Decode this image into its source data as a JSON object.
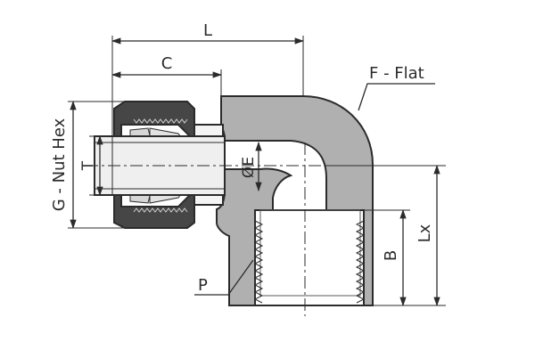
{
  "labels": {
    "L": "L",
    "C": "C",
    "F": "F - Flat",
    "G": "G - Nut Hex",
    "T": "T",
    "E": "ØE",
    "B": "B",
    "Lx": "Lx",
    "P": "P"
  },
  "colors": {
    "body": "#b0b0b0",
    "nut": "#464646",
    "tube": "#efefef",
    "bore": "#ffffff",
    "line": "#2b2b2b"
  }
}
